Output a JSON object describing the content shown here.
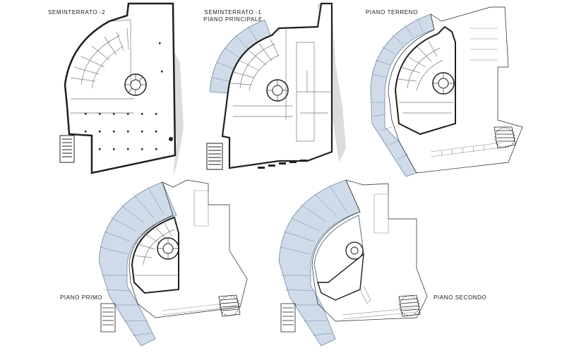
{
  "floors": {
    "b2": {
      "title": "SEMINTERRATO -2"
    },
    "b1": {
      "title_line1": "SEMINTERRATO -1",
      "title_line2": "PIANO PRINCIPALE"
    },
    "ground": {
      "title": "PIANO TERRENO"
    },
    "first": {
      "title": "PIANO PRIMO"
    },
    "second": {
      "title": "PIANO SECONDO"
    }
  },
  "colors": {
    "wall": "#1f1f1f",
    "glass": "#cfdbe8",
    "glass_line": "#6d87a6",
    "shadow": "#dcdcdc",
    "thin": "#8a8a8a"
  }
}
